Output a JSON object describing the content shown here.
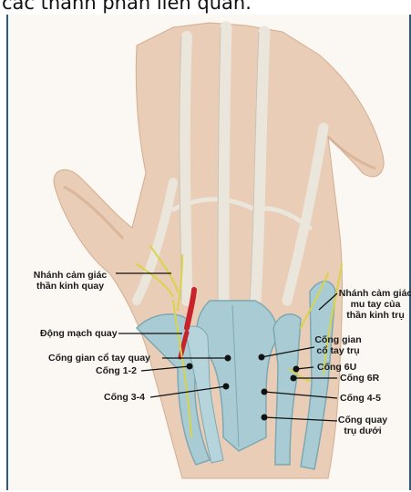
{
  "header": {
    "text": "các thành phần liên quan."
  },
  "labels": {
    "sensory_radial_line1": "Nhánh cảm giác",
    "sensory_radial_line2": "thần kinh quay",
    "radial_artery": "Động mạch quay",
    "radial_carpal_tunnel": "Cống gian cổ tay quay",
    "tunnel_1_2": "Cống 1-2",
    "tunnel_3_4": "Cống 3-4",
    "dorsal_ulnar_line1": "Nhánh cảm giác",
    "dorsal_ulnar_line2": "mu tay của",
    "dorsal_ulnar_line3": "thần kinh trụ",
    "ulnar_carpal_line1": "Cống gian",
    "ulnar_carpal_line2": "cổ tay trụ",
    "tunnel_6u": "Cống 6U",
    "tunnel_6r": "Cống 6R",
    "tunnel_4_5": "Cống 4-5",
    "distal_radioulnar_line1": "Cống quay",
    "distal_radioulnar_line2": "trụ dưới"
  },
  "colors": {
    "frame_border": "#2e5a7c",
    "skin": "#e9cdb6",
    "skin_shadow": "#d4ad8f",
    "tendon": "#eae6dc",
    "sheath": "#a9cbd3",
    "artery": "#c8222a",
    "nerve": "#d8d44a"
  }
}
